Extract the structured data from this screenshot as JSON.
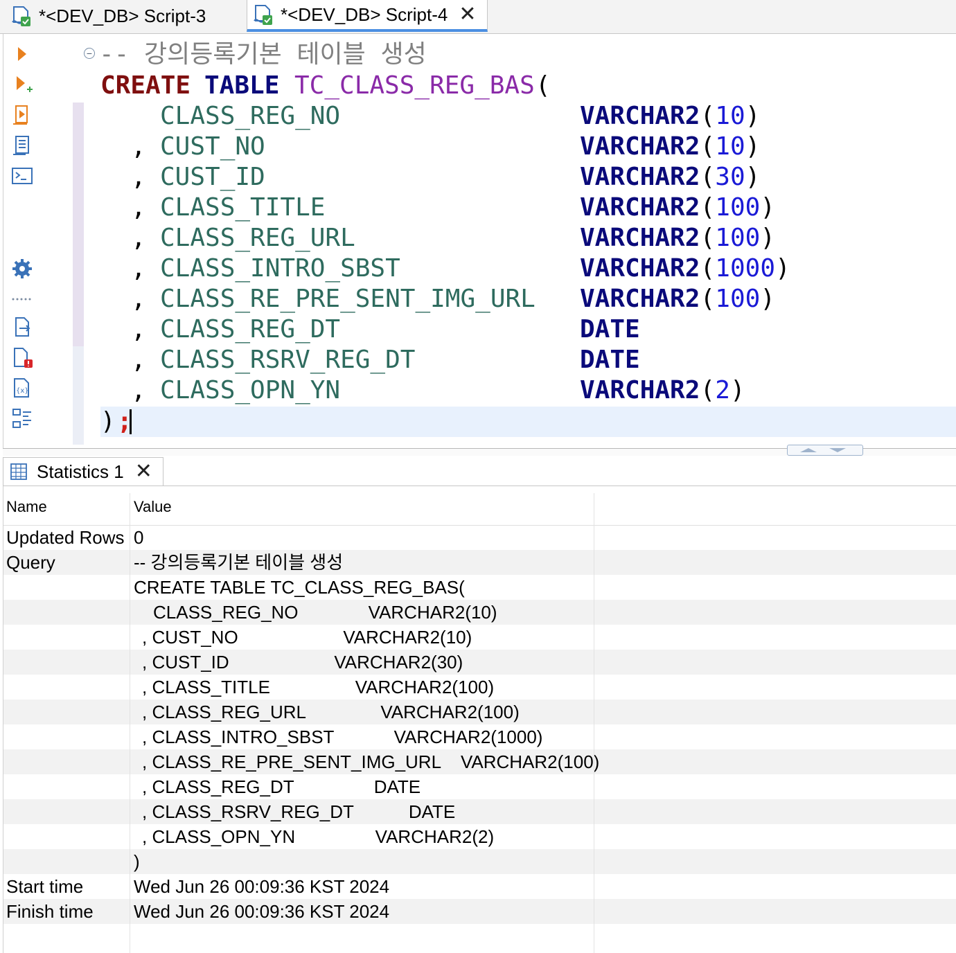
{
  "tabs": [
    {
      "label": "*<DEV_DB> Script-3",
      "active": false
    },
    {
      "label": "*<DEV_DB> Script-4",
      "active": true,
      "close": "✕"
    }
  ],
  "editor": {
    "comment": "-- 강의등록기본 테이블 생성",
    "create_kw": "CREATE",
    "table_kw": "TABLE",
    "table_name": "TC_CLASS_REG_BAS",
    "open_paren": "(",
    "columns": [
      {
        "prefix": "",
        "name": "CLASS_REG_NO",
        "type": "VARCHAR2",
        "size": "10"
      },
      {
        "prefix": ",",
        "name": "CUST_NO",
        "type": "VARCHAR2",
        "size": "10"
      },
      {
        "prefix": ",",
        "name": "CUST_ID",
        "type": "VARCHAR2",
        "size": "30"
      },
      {
        "prefix": ",",
        "name": "CLASS_TITLE",
        "type": "VARCHAR2",
        "size": "100"
      },
      {
        "prefix": ",",
        "name": "CLASS_REG_URL",
        "type": "VARCHAR2",
        "size": "100"
      },
      {
        "prefix": ",",
        "name": "CLASS_INTRO_SBST",
        "type": "VARCHAR2",
        "size": "1000"
      },
      {
        "prefix": ",",
        "name": "CLASS_RE_PRE_SENT_IMG_URL",
        "type": "VARCHAR2",
        "size": "100"
      },
      {
        "prefix": ",",
        "name": "CLASS_REG_DT",
        "type": "DATE",
        "size": ""
      },
      {
        "prefix": ",",
        "name": "CLASS_RSRV_REG_DT",
        "type": "DATE",
        "size": ""
      },
      {
        "prefix": ",",
        "name": "CLASS_OPN_YN",
        "type": "VARCHAR2",
        "size": "2"
      }
    ],
    "close_paren": ")",
    "semicolon": ";"
  },
  "results_tab": {
    "label": "Statistics 1",
    "close": "✕"
  },
  "results": {
    "headers": {
      "name": "Name",
      "value": "Value"
    },
    "rows": [
      {
        "name": "Updated Rows",
        "value": "0"
      },
      {
        "name": "Query",
        "value": "-- 강의등록기본 테이블 생성"
      },
      {
        "name": "",
        "value": "CREATE TABLE TC_CLASS_REG_BAS("
      },
      {
        "name": "",
        "value": "CLASS_REG_NO              VARCHAR2(10)"
      },
      {
        "name": "",
        "value": ", CUST_NO                     VARCHAR2(10)"
      },
      {
        "name": "",
        "value": ", CUST_ID                     VARCHAR2(30)"
      },
      {
        "name": "",
        "value": ", CLASS_TITLE                 VARCHAR2(100)"
      },
      {
        "name": "",
        "value": ", CLASS_REG_URL               VARCHAR2(100)"
      },
      {
        "name": "",
        "value": ", CLASS_INTRO_SBST            VARCHAR2(1000)"
      },
      {
        "name": "",
        "value": ", CLASS_RE_PRE_SENT_IMG_URL    VARCHAR2(100)"
      },
      {
        "name": "",
        "value": ", CLASS_REG_DT                DATE"
      },
      {
        "name": "",
        "value": ", CLASS_RSRV_REG_DT           DATE"
      },
      {
        "name": "",
        "value": ", CLASS_OPN_YN                VARCHAR2(2)"
      },
      {
        "name": "",
        "value": ")"
      },
      {
        "name": "Start time",
        "value": "Wed Jun 26 00:09:36 KST 2024"
      },
      {
        "name": "Finish time",
        "value": "Wed Jun 26 00:09:36 KST 2024"
      }
    ]
  },
  "icons": {
    "script_tab": "sql-script-icon",
    "toolbar": [
      "execute-statement-icon",
      "execute-statement-new-tab-icon",
      "execute-script-icon",
      "explain-plan-icon",
      "console-icon",
      "settings-gear-icon",
      "more-dots-icon",
      "export-icon",
      "problems-icon",
      "variables-icon",
      "outline-icon"
    ],
    "results_tab": "grid-table-icon"
  },
  "colors": {
    "active_tab_underline": "#4b8fe2",
    "keyword_create": "#7f0f0f",
    "keyword": "#0a0a7a",
    "table_name": "#8a2aa8",
    "column": "#2e6b5e",
    "number": "#1a1ad6",
    "comment": "#808080",
    "current_line": "#e8f1fd"
  }
}
